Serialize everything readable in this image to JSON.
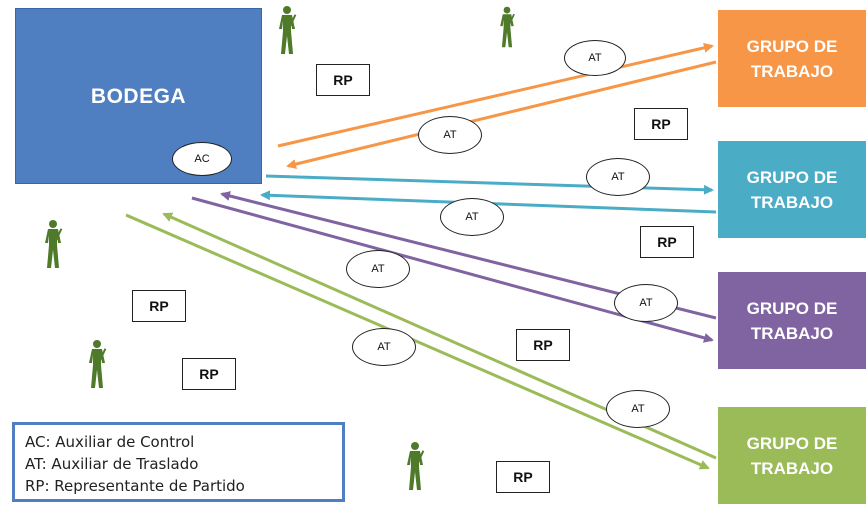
{
  "bodega": {
    "label": "BODEGA"
  },
  "groups": [
    {
      "label": "GRUPO DE\nTRABAJO",
      "color": "#f79646"
    },
    {
      "label": "GRUPO DE\nTRABAJO",
      "color": "#4bacc6"
    },
    {
      "label": "GRUPO DE\nTRABAJO",
      "color": "#8064a2"
    },
    {
      "label": "GRUPO DE\nTRABAJO",
      "color": "#9bbb59"
    }
  ],
  "badges": {
    "ac": "AC",
    "at": "AT",
    "rp": "RP"
  },
  "legend": {
    "ac": "AC: Auxiliar de Control",
    "at": "AT: Auxiliar de Traslado",
    "rp": "RP: Representante de Partido"
  },
  "colors": {
    "bodega": "#4f7ec1",
    "arrow_orange": "#f79646",
    "arrow_teal": "#4bacc6",
    "arrow_purple": "#8064a2",
    "arrow_green": "#9bbb59",
    "soldier": "#4e7a2a"
  },
  "icons": {
    "soldier": "soldier-icon"
  }
}
